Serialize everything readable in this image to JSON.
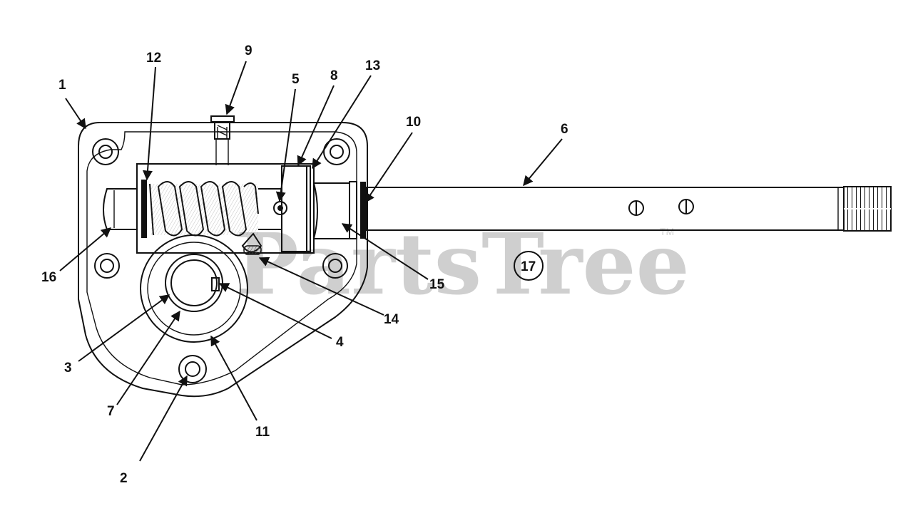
{
  "watermark": {
    "text": "PartsTree",
    "trademark": "TM"
  },
  "callouts": [
    {
      "id": "1",
      "label": "1"
    },
    {
      "id": "2",
      "label": "2"
    },
    {
      "id": "3",
      "label": "3"
    },
    {
      "id": "4",
      "label": "4"
    },
    {
      "id": "5",
      "label": "5"
    },
    {
      "id": "6",
      "label": "6"
    },
    {
      "id": "7",
      "label": "7"
    },
    {
      "id": "8",
      "label": "8"
    },
    {
      "id": "9",
      "label": "9"
    },
    {
      "id": "10",
      "label": "10"
    },
    {
      "id": "11",
      "label": "11"
    },
    {
      "id": "12",
      "label": "12"
    },
    {
      "id": "13",
      "label": "13"
    },
    {
      "id": "14",
      "label": "14"
    },
    {
      "id": "15",
      "label": "15"
    },
    {
      "id": "16",
      "label": "16"
    },
    {
      "id": "17",
      "label": "17"
    }
  ]
}
